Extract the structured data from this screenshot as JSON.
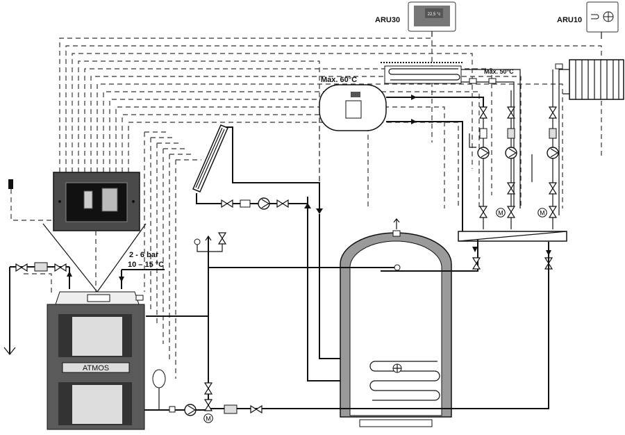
{
  "labels": {
    "aru30": "ARU30",
    "aru30_display": "22,5 °c",
    "aru10": "ARU10",
    "dhw_max": "Max. 60°C",
    "floor_max": "Max. 50°C",
    "pressure": "2 - 6 bar",
    "temperature": "10 – 15 °C",
    "boiler_brand": "ATMOS"
  },
  "colors": {
    "line": "#111111",
    "panel": "#4a4a4a",
    "tank_shell": "#9a9a9a",
    "boiler_body": "#5a5a5a"
  }
}
